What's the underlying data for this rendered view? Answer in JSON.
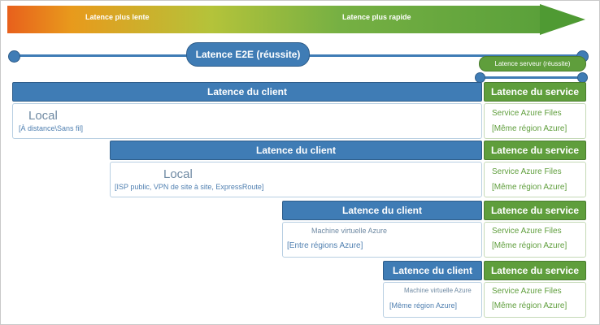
{
  "arrow": {
    "left_label": "Latence plus lente",
    "right_label": "Latence plus rapide"
  },
  "e2e": {
    "label": "Latence E2E (réussite)"
  },
  "server": {
    "label": "Latence serveur (réussite)"
  },
  "rows": [
    {
      "client_header": "Latence du client",
      "service_header": "Latence du service",
      "client_title": "Local",
      "client_sub": "[À distance\\Sans fil]",
      "service_line1": "Service Azure Files",
      "service_line2": "[Même région Azure]"
    },
    {
      "client_header": "Latence du client",
      "service_header": "Latence du service",
      "client_title": "Local",
      "client_sub": "[ISP public, VPN de site à site, ExpressRoute]",
      "service_line1": "Service Azure Files",
      "service_line2": "[Même région Azure]"
    },
    {
      "client_header": "Latence du client",
      "service_header": "Latence du service",
      "client_title": "Machine virtuelle Azure",
      "client_sub": "[Entre régions Azure]",
      "service_line1": "Service Azure Files",
      "service_line2": "[Même région Azure]"
    },
    {
      "client_header": "Latence du client",
      "service_header": "Latence du service",
      "client_title": "Machine virtuelle Azure",
      "client_sub": "[Même région Azure]",
      "service_line1": "Service Azure Files",
      "service_line2": "[Même région Azure]"
    }
  ],
  "colors": {
    "client_blue": "#3f7cb5",
    "service_green": "#5f9e3c",
    "gradient_start": "#e8601c",
    "gradient_end": "#5aa03a"
  }
}
